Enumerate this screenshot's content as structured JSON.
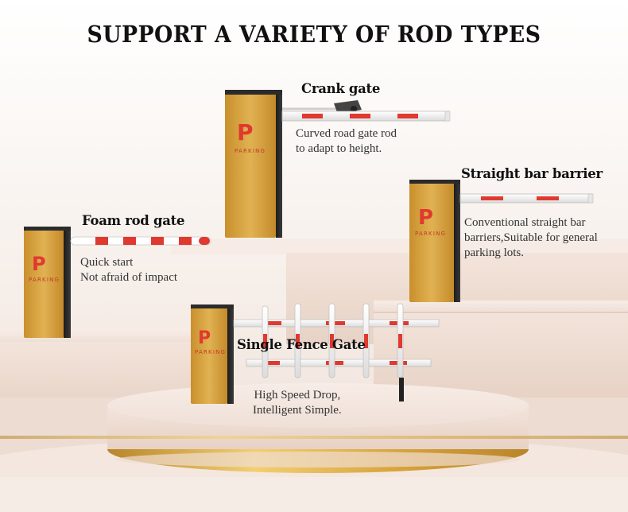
{
  "headline": "SUPPORT A VARIETY OF ROD TYPES",
  "brand": {
    "letter": "P",
    "text": "PARKING"
  },
  "products": [
    {
      "title": "Crank gate",
      "lines": [
        "Curved road gate rod",
        "to adapt to height."
      ]
    },
    {
      "title": "Straight bar barrier",
      "lines": [
        "Conventional straight bar",
        "barriers,Suitable for general",
        "parking lots."
      ]
    },
    {
      "title": "Foam rod gate",
      "lines": [
        "Quick start",
        "Not afraid of impact"
      ]
    },
    {
      "title": "Single Fence Gate",
      "lines": [
        "High Speed Drop,",
        "Intelligent Simple."
      ]
    }
  ],
  "colors": {
    "cabinet_gold": "#d9a53c",
    "cabinet_dark": "#2b2b2b",
    "accent_red": "#e0392f",
    "podium": "#ecd9cf",
    "gold_trim": "#d6a23b"
  }
}
